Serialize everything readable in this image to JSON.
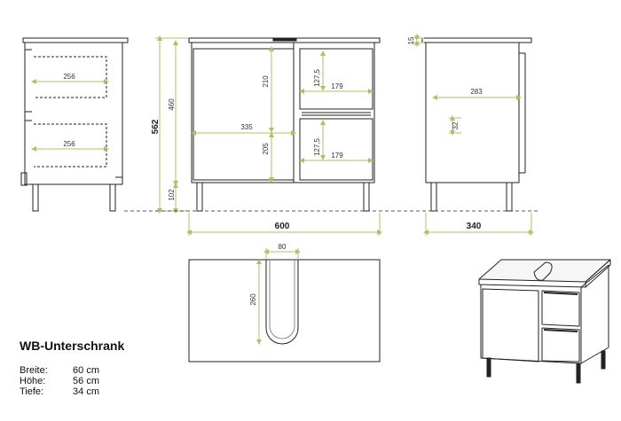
{
  "title": "WB-Unterschrank",
  "specs": [
    {
      "label": "Breite:",
      "value": "60 cm"
    },
    {
      "label": "Höhe:",
      "value": "56 cm"
    },
    {
      "label": "Tiefe:",
      "value": "34 cm"
    }
  ],
  "dimensions": {
    "side_left_upper": "256",
    "side_left_lower": "256",
    "height_total": "562",
    "height_upper": "460",
    "height_legs": "102",
    "door_upper": "210",
    "door_lower": "205",
    "inner_width": "335",
    "drawer1_height": "127,5",
    "drawer1_width": "179",
    "drawer2_height": "127,5",
    "drawer2_width": "179",
    "top_thickness": "15",
    "side_right_depth": "283",
    "side_right_small": "32",
    "width_total": "600",
    "depth_total": "340",
    "cutout_width": "80",
    "cutout_depth": "260"
  },
  "colors": {
    "line": "#222222",
    "dim": "#b6bd6a",
    "guide": "#cccc88"
  }
}
